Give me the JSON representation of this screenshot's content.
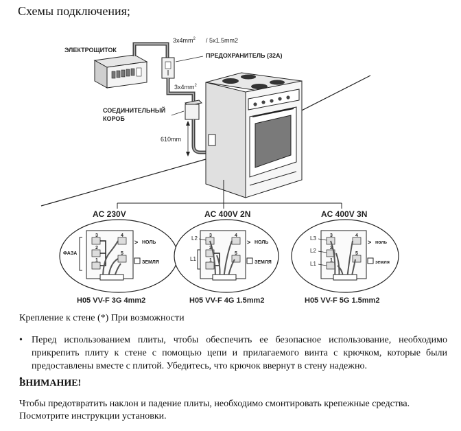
{
  "heading": "Схемы подключения;",
  "diagram": {
    "panel_label": "ЭЛЕКТРОЩИТОК",
    "cable_top": "3x4mm",
    "cable_top_exp": "2",
    "cable_top_alt": "/ 5x1.5mm2",
    "fuse_label": "ПРЕДОХРАНИТЕЛЬ (32A)",
    "cable_mid": "3x4mm",
    "cable_mid_exp": "2",
    "junction_line1": "СОЕДИНИТЕЛЬНЫЙ",
    "junction_line2": "КОРОБ",
    "height_label": "610mm",
    "schemes": [
      {
        "title": "AC 230V",
        "cable": "H05 VV-F 3G 4mm2",
        "left_group": "ФАЗА",
        "neutral": "НОЛЬ",
        "earth": "ЗЕМЛЯ",
        "terminals_left": [
          "3",
          "2",
          "1"
        ],
        "terminals_right": [
          "4",
          "5"
        ]
      },
      {
        "title": "AC 400V 2N",
        "cable": "H05 VV-F 4G 1.5mm2",
        "left_marks": [
          "L2",
          "L1"
        ],
        "neutral": "НОЛЬ",
        "earth": "ЗЕМЛЯ",
        "terminals_left": [
          "3",
          "2",
          "1"
        ],
        "terminals_right": [
          "4",
          "5"
        ]
      },
      {
        "title": "AC 400V 3N",
        "cable": "H05 VV-F 5G 1.5mm2",
        "left_marks": [
          "L3",
          "L2",
          "L1"
        ],
        "neutral": "ноль",
        "earth": "земля",
        "terminals_left": [
          "3",
          "2",
          "1"
        ],
        "terminals_right": [
          "4",
          "5"
        ]
      }
    ]
  },
  "caption": "Крепление к стене (*) При возможности",
  "bullet_char": "•",
  "bullets": [
    "Перед использованием плиты, чтобы обеспечить ее безопасное использование, необходимо прикрепить плиту к стене с помощью цепи и прилагаемого винта с крючком, которые были предоставлены вместе с плитой. Убедитесь, что крючок ввернут в стену надежно.",
    ""
  ],
  "warning": "ВНИМАНИЕ!",
  "paragraph": "Чтобы предотвратить наклон и падение плиты, необходимо смонтировать крепежные средства. Посмотрите инструкции установки."
}
